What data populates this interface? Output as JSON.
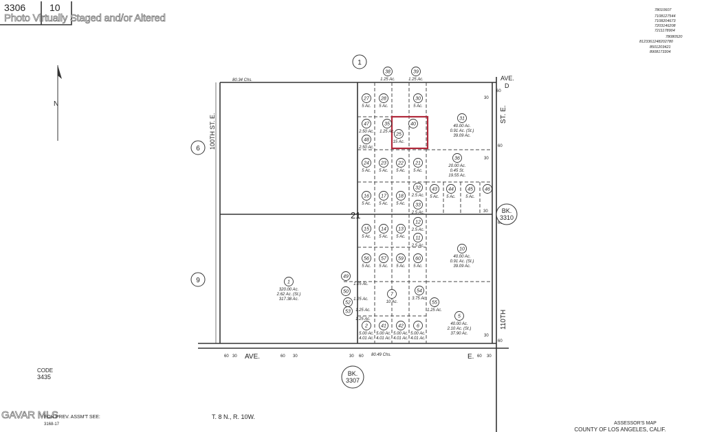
{
  "header": {
    "book": "3306",
    "page": "10",
    "watermark": "Photo Virtually Staged and/or Altered",
    "handwritten_notes": [
      "78010607",
      "7108127544",
      "7108204673",
      "7203146208",
      "7211178904",
      "78080520",
      "8123361248202780",
      "8501203421",
      "8908173304"
    ]
  },
  "north_label": "N",
  "streets": {
    "top_chains": "80.34 Chs.",
    "ave_d": "AVE.",
    "ave_d_letter": "D",
    "west_street": "100TH ST. E.",
    "east_street": "ST. E.",
    "east_street_lower": "110TH",
    "bottom_ave": "AVE.",
    "bottom_ave_letter": "E.",
    "bottom_chains": "80.49 Chs."
  },
  "section_number": "21",
  "dimension_labels": {
    "thirty": "30",
    "sixty": "60"
  },
  "adjacent_blocks": [
    {
      "label": "1"
    },
    {
      "label": "6"
    },
    {
      "label": "9"
    },
    {
      "label": "BK.",
      "sub": "3310"
    },
    {
      "label": "BK.",
      "sub": "3307"
    }
  ],
  "parcels": [
    {
      "id": "27",
      "area": [
        "5 Ac."
      ]
    },
    {
      "id": "28",
      "area": [
        "5 Ac."
      ]
    },
    {
      "id": "38",
      "area": [
        "1.25 Ac."
      ]
    },
    {
      "id": "39",
      "area": [
        "1.25 Ac."
      ]
    },
    {
      "id": "30",
      "area": [
        "5 Ac."
      ]
    },
    {
      "id": "47",
      "area": [
        "2.50 Ac."
      ]
    },
    {
      "id": "48",
      "area": [
        "2.50 Ac."
      ]
    },
    {
      "id": "35",
      "area": [
        "1.25 Ac."
      ]
    },
    {
      "id": "25",
      "area": [
        "15 Ac."
      ]
    },
    {
      "id": "40",
      "area": []
    },
    {
      "id": "31",
      "area": [
        "40.00 Ac.",
        "0.91 Ac. (St.)",
        "39.09 Ac."
      ]
    },
    {
      "id": "24",
      "area": [
        "5 Ac."
      ]
    },
    {
      "id": "23",
      "area": [
        "5 Ac."
      ]
    },
    {
      "id": "22",
      "area": [
        "5 Ac."
      ]
    },
    {
      "id": "21",
      "area": [
        "5 Ac."
      ]
    },
    {
      "id": "36",
      "area": [
        "20.00 Ac.",
        "0.45 St.",
        "19.55 Ac."
      ]
    },
    {
      "id": "16",
      "area": [
        "5 Ac."
      ]
    },
    {
      "id": "17",
      "area": [
        "5 Ac."
      ]
    },
    {
      "id": "18",
      "area": [
        "5 Ac."
      ]
    },
    {
      "id": "32",
      "area": [
        "2.5 Ac."
      ]
    },
    {
      "id": "33",
      "area": [
        "2.5 Ac."
      ]
    },
    {
      "id": "43",
      "area": [
        "5 Ac."
      ]
    },
    {
      "id": "44",
      "area": [
        "5 Ac."
      ]
    },
    {
      "id": "45",
      "area": [
        "5 Ac."
      ]
    },
    {
      "id": "46",
      "area": []
    },
    {
      "id": "15",
      "area": [
        "5 Ac."
      ]
    },
    {
      "id": "14",
      "area": [
        "5 Ac."
      ]
    },
    {
      "id": "13",
      "area": [
        "5 Ac."
      ]
    },
    {
      "id": "12",
      "area": [
        "2.5 Ac."
      ]
    },
    {
      "id": "11",
      "area": [
        "2.5 Ac."
      ]
    },
    {
      "id": "10",
      "area": [
        "40.00 Ac.",
        "0.91 Ac. (St.)",
        "39.09 Ac."
      ]
    },
    {
      "id": "56",
      "area": [
        "5 Ac."
      ]
    },
    {
      "id": "57",
      "area": [
        "5 Ac."
      ]
    },
    {
      "id": "59",
      "area": [
        "5 Ac."
      ]
    },
    {
      "id": "60",
      "area": [
        "5 Ac."
      ]
    },
    {
      "id": "49",
      "area": [
        "1.25 Ac."
      ]
    },
    {
      "id": "50",
      "area": [
        "1.25 Ac."
      ]
    },
    {
      "id": "52",
      "area": [
        "1.25 Ac."
      ]
    },
    {
      "id": "53",
      "area": [
        "1.25 Ac."
      ]
    },
    {
      "id": "7",
      "area": [
        "10 Ac."
      ]
    },
    {
      "id": "54",
      "area": [
        "3.75 Ac."
      ]
    },
    {
      "id": "55",
      "area": [
        "1.25 Ac."
      ]
    },
    {
      "id": "5",
      "area": [
        "40.00 Ac.",
        "2.10 Ac. (St.)",
        "37.90 Ac."
      ]
    },
    {
      "id": "2",
      "area": [
        "5.00 Ac.",
        "4.01 Ac."
      ]
    },
    {
      "id": "41",
      "area": [
        "5.00 Ac.",
        "4.01 Ac."
      ]
    },
    {
      "id": "42",
      "area": [
        "5.00 Ac.",
        "4.01 Ac."
      ]
    },
    {
      "id": "6",
      "area": [
        "5.00 Ac.",
        "4.01 Ac."
      ]
    },
    {
      "id": "1",
      "area": [
        "320.00 Ac.",
        "2.62 Ac. (St.)",
        "317.38 Ac."
      ]
    }
  ],
  "highlight_color": "#b0283a",
  "footer": {
    "code_label": "CODE",
    "code_value": "3435",
    "mls_logo": "GAVAR MLS",
    "prev_assmt": "FOR PREV. ASSM'T SEE:",
    "prev_assmt_ref": "3168-17",
    "township": "T. 8 N., R. 10W.",
    "map_title": "ASSESSOR'S MAP",
    "county": "COUNTY OF LOS ANGELES, CALIF."
  }
}
